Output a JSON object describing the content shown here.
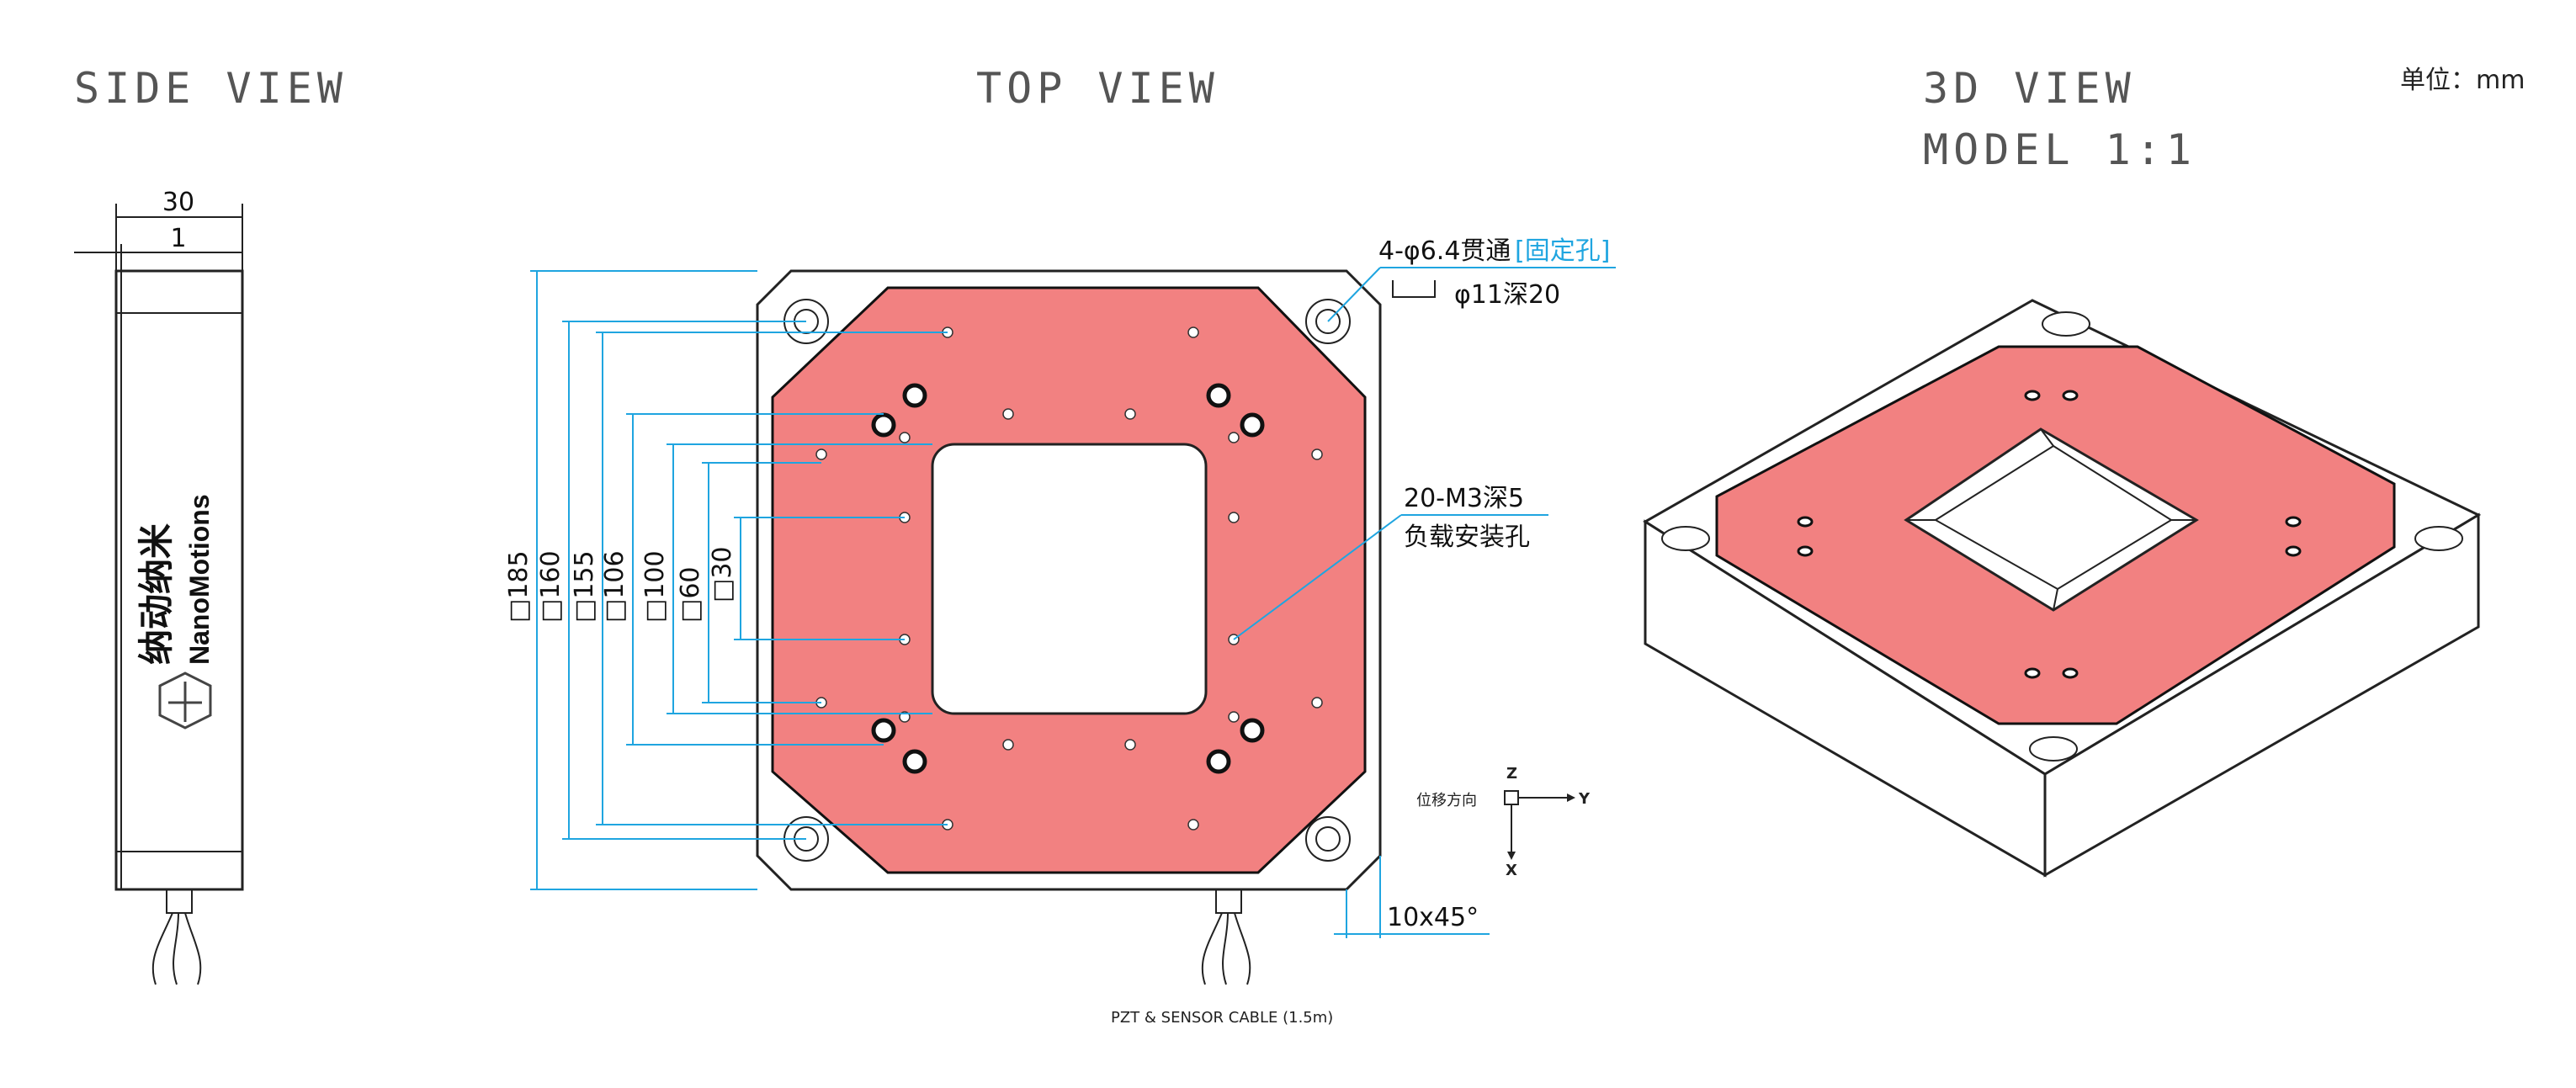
{
  "titles": {
    "side_view": "SIDE VIEW",
    "top_view": "TOP VIEW",
    "view_3d": "3D VIEW",
    "model": "MODEL 1:1",
    "unit": "单位：mm"
  },
  "side_view": {
    "dim_30": "30",
    "dim_1": "1",
    "brand_cn": "纳动纳米",
    "brand_en": "NanoMotions"
  },
  "top_view": {
    "dim_185": "□185",
    "dim_160": "□160",
    "dim_155": "□155",
    "dim_106": "□106",
    "dim_100": "□100",
    "dim_60": "□60",
    "dim_30": "□30",
    "mount_hole_spec": "4-φ6.4贯通",
    "mount_hole_tag": "[固定孔]",
    "counterbore_spec": "φ11深20",
    "load_hole_spec": "20-M3深5",
    "load_hole_desc": "负载安装孔",
    "chamfer": "10x45°",
    "direction_label": "位移方向",
    "axis_z": "Z",
    "axis_y": "Y",
    "axis_x": "X",
    "cable_label": "PZT & SENSOR CABLE (1.5m)"
  },
  "colors": {
    "plate": "#f28181",
    "leader": "#1fa5e0",
    "line": "#222222"
  }
}
